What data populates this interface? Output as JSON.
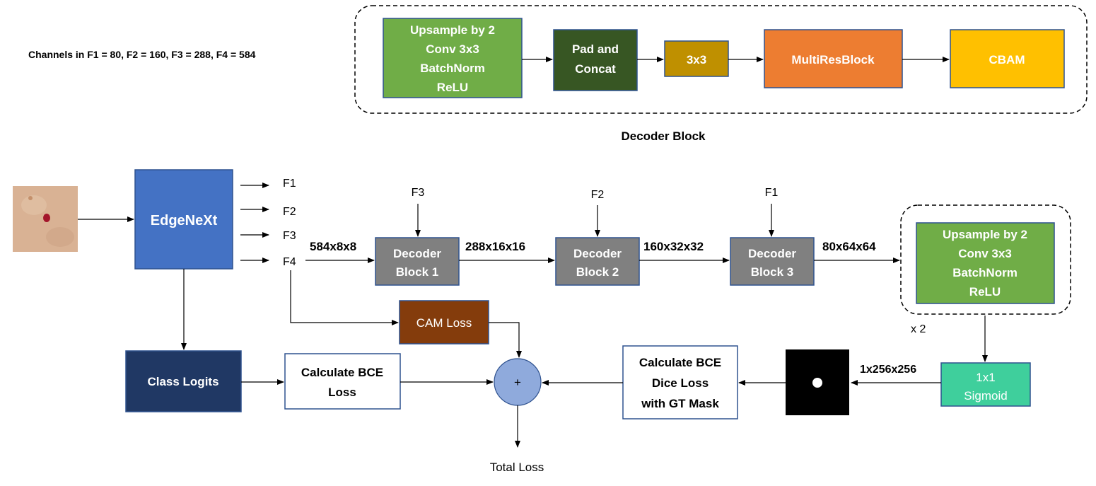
{
  "channels_note": "Channels in F1 = 80, F2 = 160, F3 = 288, F4 = 584",
  "decoder_block": {
    "caption": "Decoder Block",
    "upsample": [
      "Upsample by 2",
      "Conv 3x3",
      "BatchNorm",
      "ReLU"
    ],
    "pad_concat": [
      "Pad and",
      "Concat"
    ],
    "conv": "3x3",
    "multires": "MultiResBlock",
    "cbam": "CBAM"
  },
  "encoder": {
    "name": "EdgeNeXt",
    "features": [
      "F1",
      "F2",
      "F3",
      "F4"
    ]
  },
  "decoders": [
    {
      "lines": [
        "Decoder",
        "Block 1"
      ],
      "skip": "F3",
      "input": "584x8x8",
      "output": "288x16x16"
    },
    {
      "lines": [
        "Decoder",
        "Block 2"
      ],
      "skip": "F2",
      "output": "160x32x32"
    },
    {
      "lines": [
        "Decoder",
        "Block 3"
      ],
      "skip": "F1",
      "output": "80x64x64"
    }
  ],
  "head": {
    "upsample": [
      "Upsample by 2",
      "Conv 3x3",
      "BatchNorm",
      "ReLU"
    ],
    "repeat": "x 2",
    "sigmoid": [
      "1x1",
      "Sigmoid"
    ],
    "output_size": "1x256x256"
  },
  "losses": {
    "cam": "CAM Loss",
    "class_logits": "Class Logits",
    "bce": [
      "Calculate BCE",
      "Loss"
    ],
    "bce_dice": [
      "Calculate BCE",
      "Dice Loss",
      "with GT Mask"
    ],
    "plus": "+",
    "total": "Total Loss"
  },
  "colors": {
    "green": "#70ad47",
    "dark_green": "#375623",
    "olive": "#bf9000",
    "orange": "#ed7d31",
    "yellow": "#ffc000",
    "blue": "#4472c4",
    "navy": "#203864",
    "gray": "#808080",
    "brown": "#843c0c",
    "teal": "#3fcf9c",
    "circle": "#8faadc"
  }
}
